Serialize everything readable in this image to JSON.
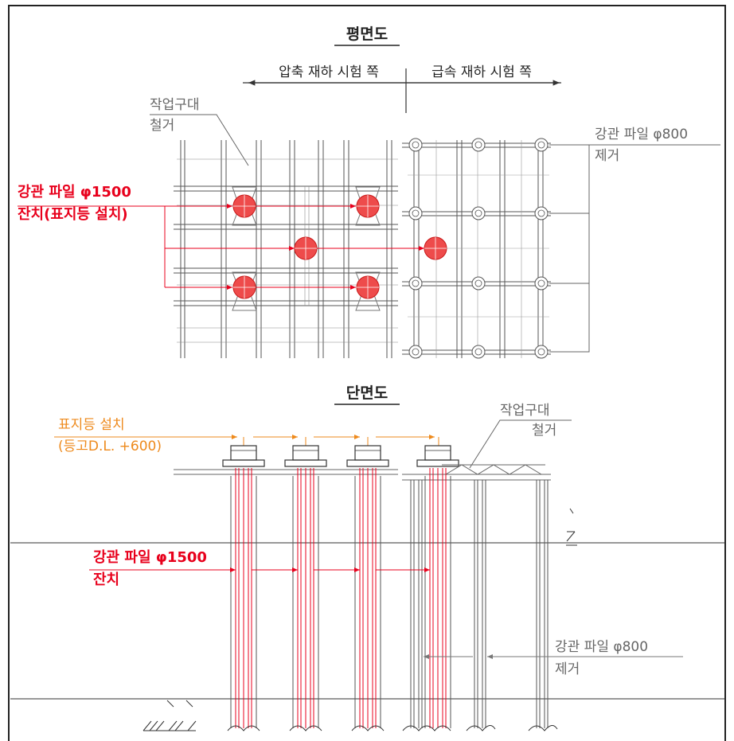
{
  "plan": {
    "title": "평면도",
    "dir_left": "압축 재하 시험 쪽",
    "dir_right": "급속 재하 시험 쪽",
    "deck_remove": [
      "작업구대",
      "철거"
    ],
    "pile_keep": [
      "강관 파일 φ1500",
      "잔치(표지등 설치)"
    ],
    "pile_remove": [
      "강관 파일 φ800",
      "제거"
    ]
  },
  "section": {
    "title": "단면도",
    "light": [
      "표지등 설치",
      "(등고D.L. +600)"
    ],
    "deck_remove": [
      "작업구대",
      "철거"
    ],
    "pile_keep": [
      "강관 파일 φ1500",
      "잔치"
    ],
    "pile_remove": [
      "강관 파일 φ800",
      "제거"
    ]
  },
  "colors": {
    "line": "#333333",
    "grey": "#777777",
    "red": "#e8001c",
    "pile_fill": "#ee4b4b",
    "orange": "#ee8a1c"
  }
}
